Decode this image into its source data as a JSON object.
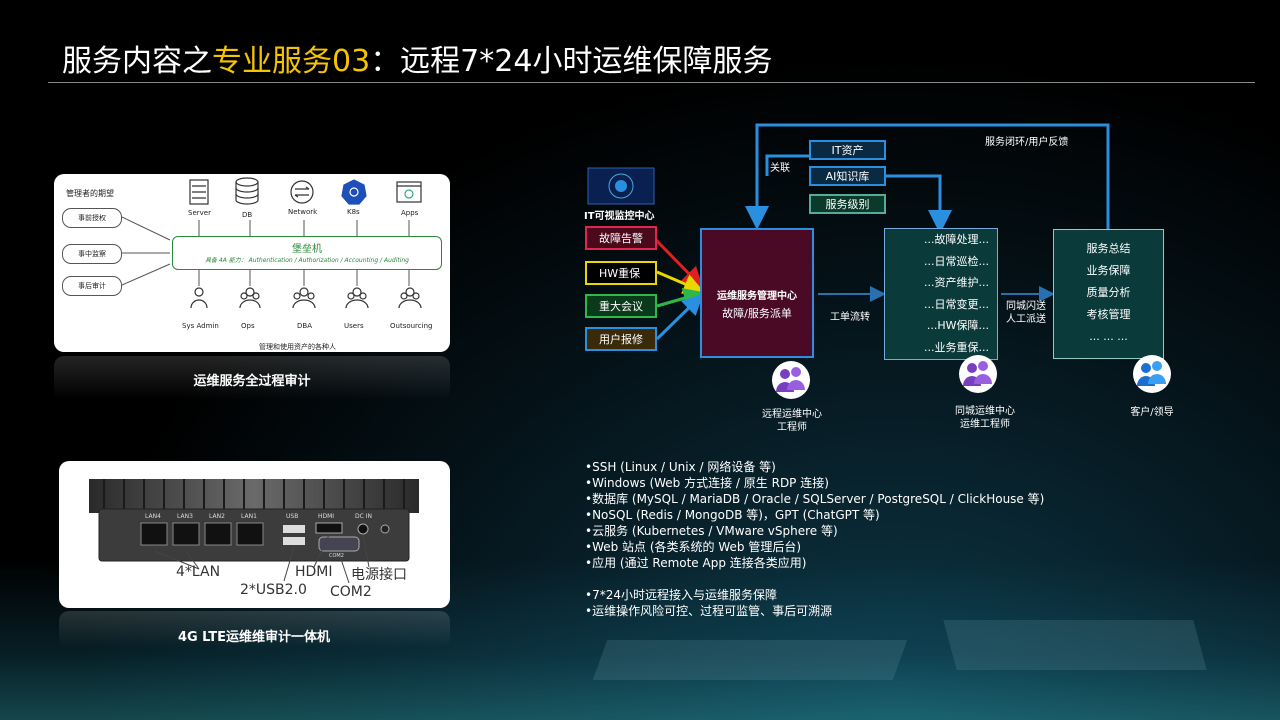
{
  "title": {
    "prefix": "服务内容之",
    "highlight": "专业服务03",
    "suffix": "：远程7*24小时运维保障服务"
  },
  "audit_card": {
    "caption": "运维服务全过程审计",
    "expectations_title": "管理者的期望",
    "expectations": [
      "事前授权",
      "事中监察",
      "事后审计"
    ],
    "resources": [
      "Server",
      "DB",
      "Network",
      "K8s",
      "Apps"
    ],
    "bastion_title": "堡垒机",
    "bastion_caps": "具备 4A 能力： Authentication / Authorization / Accounting / Auditing",
    "users": [
      "Sys Admin",
      "Ops",
      "DBA",
      "Users",
      "Outsourcing"
    ],
    "users_note": "管理和使用资产的各种人"
  },
  "device_card": {
    "caption": "4G LTE运维维审计一体机",
    "port_labels": [
      "LAN4",
      "LAN3",
      "LAN2",
      "LAN1",
      "USB",
      "HDMI",
      "DC IN",
      "COM2"
    ],
    "annotations": {
      "lan": "4*LAN",
      "usb": "2*USB2.0",
      "hdmi": "HDMI",
      "com": "COM2",
      "power": "电源接口"
    }
  },
  "diagram": {
    "monitor_label": "IT可视监控中心",
    "inputs": [
      {
        "label": "故障告警",
        "border": "#e0284a",
        "bg": "#4a0a1c",
        "arrow": "#e02020"
      },
      {
        "label": "HW重保",
        "border": "#e8d800",
        "bg": "#000000",
        "arrow": "#e8d800"
      },
      {
        "label": "重大会议",
        "border": "#2eb84a",
        "bg": "#0a3a1a",
        "arrow": "#2eb84a"
      },
      {
        "label": "用户报修",
        "border": "#2b8fe0",
        "bg": "#3a2a0a",
        "arrow": "#2b8fe0"
      }
    ],
    "center_title": "运维服务管理中心",
    "center_sub": "故障/服务派单",
    "top_boxes": [
      "IT资产",
      "AI知识库",
      "服务级别"
    ],
    "relate_label": "关联",
    "feedback_label": "服务闭环/用户反馈",
    "ticket_flow": "工单流转",
    "tasks": [
      "...故障处理...",
      "...日常巡检...",
      "...资产维护...",
      "...日常变更...",
      "...HW保障...",
      "...业务重保..."
    ],
    "dispatch_label": "同城闪送\n人工派送",
    "results": [
      "服务总结",
      "业务保障",
      "质量分析",
      "考核管理",
      "... ... ..."
    ],
    "role_center": "远程运维中心\n工程师",
    "role_field": "同城运维中心\n运维工程师",
    "role_client": "客户/领导",
    "colors": {
      "accent": "#2b8fe0",
      "highlight": "#f5c400"
    }
  },
  "bullets": [
    "•SSH (Linux / Unix / 网络设备 等)",
    "•Windows (Web 方式连接 / 原生 RDP 连接)",
    "•数据库 (MySQL / MariaDB / Oracle / SQLServer / PostgreSQL / ClickHouse 等)",
    "•NoSQL (Redis / MongoDB 等)，GPT (ChatGPT 等)",
    "•云服务 (Kubernetes  / VMware vSphere 等)",
    "•Web 站点 (各类系统的 Web 管理后台)",
    "•应用 (通过 Remote App 连接各类应用)",
    "",
    "•7*24小时远程接入与运维服务保障",
    "•运维操作风险可控、过程可监管、事后可溯源"
  ]
}
